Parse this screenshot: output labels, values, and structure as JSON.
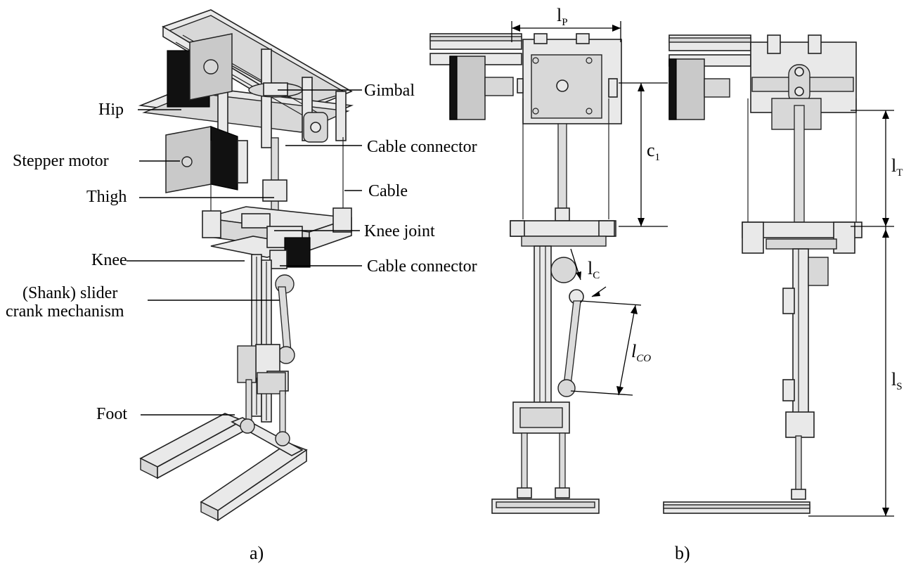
{
  "panel_a": {
    "caption": "a)",
    "labels": {
      "hip": "Hip",
      "stepper_motor": "Stepper motor",
      "thigh": "Thigh",
      "knee": "Knee",
      "shank_line1": "(Shank) slider",
      "shank_line2": "crank  mechanism",
      "foot": "Foot",
      "gimbal": "Gimbal",
      "cable_connector_top": "Cable connector",
      "cable": "Cable",
      "knee_joint": "Knee joint",
      "cable_connector_bottom": "Cable connector"
    }
  },
  "panel_b": {
    "caption": "b)",
    "dimensions": {
      "lp": {
        "base": "l",
        "sub": "P"
      },
      "c1": {
        "base": "c",
        "sub": "1"
      },
      "lc": {
        "base": "l",
        "sub": "C"
      },
      "lco": {
        "base": "l",
        "sub": "CO"
      },
      "lt": {
        "base": "l",
        "sub": "T"
      },
      "ls": {
        "base": "l",
        "sub": "S"
      }
    }
  }
}
